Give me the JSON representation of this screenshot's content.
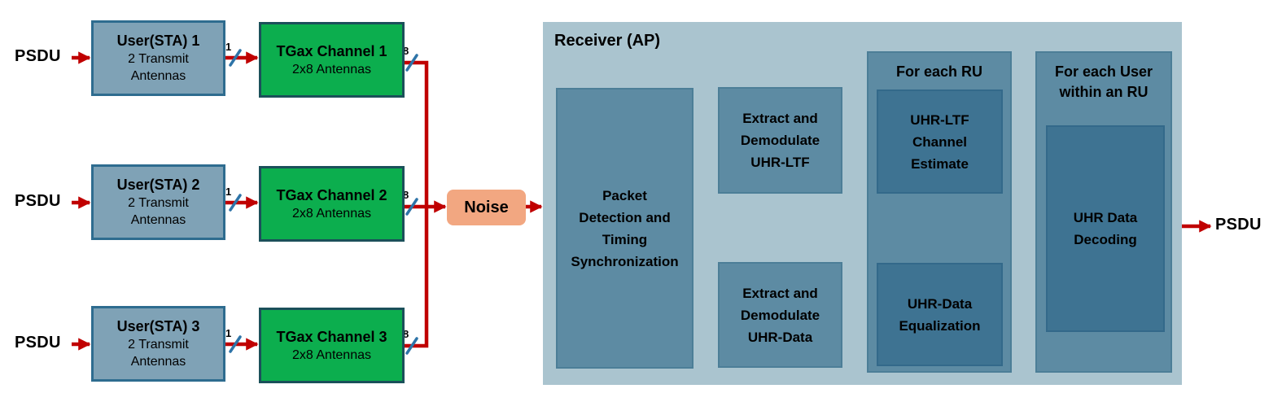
{
  "colors": {
    "arrow_red": "#C00000",
    "stream_slash_blue": "#2E74A8",
    "user_box_fill": "#7FA2B6",
    "user_box_border": "#2E6C8F",
    "channel_box_fill": "#0CAE4E",
    "channel_box_border": "#1B505A",
    "noise_fill": "#F2A781",
    "receiver_fill": "#AAC4CF",
    "block_fill": "#5D8BA3",
    "block_border": "#4C7E97",
    "inner_block_fill": "#3E7392",
    "inner_block_border": "#33698A"
  },
  "io": {
    "input_label": "PSDU",
    "output_label": "PSDU"
  },
  "wire_labels": {
    "tx_streams": "1",
    "rx_antennas": "8"
  },
  "noise": {
    "label": "Noise"
  },
  "transmitters": [
    {
      "user_title": "User(STA) 1",
      "user_sub1": "2 Transmit",
      "user_sub2": "Antennas",
      "channel_title": "TGax Channel 1",
      "channel_sub": "2x8 Antennas"
    },
    {
      "user_title": "User(STA) 2",
      "user_sub1": "2 Transmit",
      "user_sub2": "Antennas",
      "channel_title": "TGax Channel 2",
      "channel_sub": "2x8 Antennas"
    },
    {
      "user_title": "User(STA) 3",
      "user_sub1": "2 Transmit",
      "user_sub2": "Antennas",
      "channel_title": "TGax Channel 3",
      "channel_sub": "2x8 Antennas"
    }
  ],
  "receiver": {
    "title": "Receiver (AP)",
    "packet_detection": {
      "lines": [
        "Packet",
        "Detection and",
        "Timing",
        "Synchronization"
      ]
    },
    "extract_ltf": {
      "lines": [
        "Extract and",
        "Demodulate",
        "UHR-LTF"
      ]
    },
    "extract_data": {
      "lines": [
        "Extract and",
        "Demodulate",
        "UHR-Data"
      ]
    },
    "for_each_ru": {
      "title": "For each RU",
      "channel_estimate": {
        "lines": [
          "UHR-LTF",
          "Channel",
          "Estimate"
        ]
      },
      "data_equalization": {
        "lines": [
          "UHR-Data",
          "Equalization"
        ]
      }
    },
    "for_each_user": {
      "title_line1": "For each User",
      "title_line2": "within an RU",
      "data_decoding": {
        "lines": [
          "UHR Data",
          "Decoding"
        ]
      }
    }
  }
}
